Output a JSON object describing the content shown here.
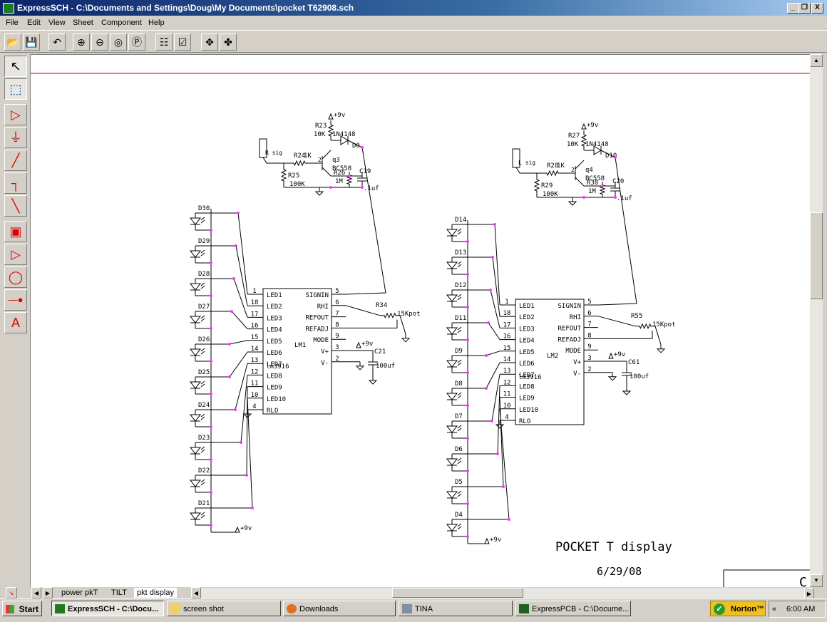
{
  "window": {
    "title": "ExpressSCH - C:\\Documents and Settings\\Doug\\My Documents\\pocket T62908.sch",
    "controls": [
      "_",
      "❒",
      "X"
    ]
  },
  "menu": [
    "File",
    "Edit",
    "View",
    "Sheet",
    "Component",
    "Help"
  ],
  "toolbar": [
    {
      "icon": "open-folder-icon",
      "glyph": "📂"
    },
    {
      "icon": "save-icon",
      "glyph": "💾"
    },
    {
      "icon": "undo-icon",
      "glyph": "↶"
    },
    {
      "icon": "zoom-in-icon",
      "glyph": "⊕"
    },
    {
      "icon": "zoom-out-icon",
      "glyph": "⊖"
    },
    {
      "icon": "zoom-fit-icon",
      "glyph": "◎"
    },
    {
      "icon": "zoom-page-icon",
      "glyph": "Ⓟ"
    },
    {
      "icon": "properties-icon",
      "glyph": "☷"
    },
    {
      "icon": "check-icon",
      "glyph": "☑"
    },
    {
      "icon": "pan-icon",
      "glyph": "✥"
    },
    {
      "icon": "move-icon",
      "glyph": "✤"
    }
  ],
  "tools": [
    {
      "icon": "pointer-icon",
      "glyph": "↖",
      "selected": true
    },
    {
      "icon": "zoom-select-icon",
      "glyph": "⬚",
      "selected": false
    },
    {
      "icon": "component-icon",
      "glyph": "▷",
      "selected": false
    },
    {
      "icon": "ground-icon",
      "glyph": "⏚",
      "selected": false
    },
    {
      "icon": "wire-icon",
      "glyph": "╱",
      "selected": false
    },
    {
      "icon": "junction-icon",
      "glyph": "┐",
      "selected": false
    },
    {
      "icon": "bus-icon",
      "glyph": "╲",
      "selected": false
    },
    {
      "icon": "ic-icon",
      "glyph": "▣",
      "selected": false
    },
    {
      "icon": "buffer-icon",
      "glyph": "▷",
      "selected": false
    },
    {
      "icon": "circle-icon",
      "glyph": "◯",
      "selected": false
    },
    {
      "icon": "pin-icon",
      "glyph": "—●",
      "selected": false
    },
    {
      "icon": "text-icon",
      "glyph": "A",
      "selected": false
    }
  ],
  "schematic": {
    "title": "POCKET T display",
    "date": "6/29/08",
    "title_block_fragment": "C",
    "circuit1": {
      "supply1": "+9v",
      "r_top": {
        "name": "R23",
        "value": "10K"
      },
      "diode": {
        "part": "1N4148",
        "name": "D0"
      },
      "input_tag": "R sig",
      "r_base": {
        "name": "R24",
        "value": "1K"
      },
      "transistor": {
        "name": "q3",
        "part": "BC558"
      },
      "r_bias": {
        "name": "R25",
        "value": "100K"
      },
      "r_shunt": {
        "name": "R26",
        "value": "1M"
      },
      "cap": {
        "name": "C19",
        "value": ".1uf"
      },
      "ic": {
        "name": "LM1",
        "part": "lm3916"
      },
      "pot": {
        "name": "R34",
        "value": "15Kpot"
      },
      "cap_supply": {
        "name": "C21",
        "value": "100uf"
      },
      "supply2": "+9v",
      "supply_leds": "+9v",
      "leds": [
        "D30",
        "D29",
        "D28",
        "D27",
        "D26",
        "D25",
        "D24",
        "D23",
        "D22",
        "D21"
      ]
    },
    "circuit2": {
      "supply1": "+9v",
      "r_top": {
        "name": "R27",
        "value": "10K"
      },
      "diode": {
        "part": "1N4148",
        "name": "D10"
      },
      "input_tag": "L sig",
      "r_base": {
        "name": "R28",
        "value": "1K"
      },
      "transistor": {
        "name": "q4",
        "part": "BC558"
      },
      "r_bias": {
        "name": "R29",
        "value": "100K"
      },
      "r_shunt": {
        "name": "R30",
        "value": "1M"
      },
      "cap": {
        "name": "C20",
        "value": ".1uf"
      },
      "ic": {
        "name": "LM2",
        "part": "lm3916"
      },
      "pot": {
        "name": "R55",
        "value": "15Kpot"
      },
      "cap_supply": {
        "name": "C61",
        "value": "100uf"
      },
      "supply2": "+9v",
      "supply_leds": "+9v",
      "leds": [
        "D14",
        "D13",
        "D12",
        "D11",
        "D9",
        "D8",
        "D7",
        "D6",
        "D5",
        "D4"
      ]
    },
    "ic_pins": [
      {
        "num": "1",
        "label": "LED1"
      },
      {
        "num": "18",
        "label": "LED2"
      },
      {
        "num": "17",
        "label": "LED3"
      },
      {
        "num": "16",
        "label": "LED4"
      },
      {
        "num": "15",
        "label": "LED5"
      },
      {
        "num": "14",
        "label": "LED6"
      },
      {
        "num": "13",
        "label": "LED7"
      },
      {
        "num": "12",
        "label": "LED8"
      },
      {
        "num": "11",
        "label": "LED9"
      },
      {
        "num": "10",
        "label": "LED10"
      },
      {
        "num": "4",
        "label": "RLO"
      }
    ],
    "ic_right_pins": [
      {
        "num": "5",
        "label": "SIGNIN"
      },
      {
        "num": "6",
        "label": "RHI"
      },
      {
        "num": "7",
        "label": "REFOUT"
      },
      {
        "num": "8",
        "label": "REFADJ"
      },
      {
        "num": "9",
        "label": "MODE"
      },
      {
        "num": "3",
        "label": "V+"
      },
      {
        "num": "2",
        "label": "V-"
      }
    ]
  },
  "sheet_tabs": [
    "power pkT",
    "TILT",
    "pkt display"
  ],
  "taskbar": {
    "start": "Start",
    "tasks": [
      {
        "label": "ExpressSCH - C:\\Docu...",
        "active": true,
        "icon": "expresssch-icon"
      },
      {
        "label": "screen shot",
        "active": false,
        "icon": "folder-icon"
      },
      {
        "label": "Downloads",
        "active": false,
        "icon": "firefox-icon"
      },
      {
        "label": "TINA",
        "active": false,
        "icon": "tina-icon"
      },
      {
        "label": "ExpressPCB - C:\\Docume...",
        "active": false,
        "icon": "expresspcb-icon"
      }
    ],
    "norton": "Norton™",
    "tray_arrows": "«",
    "clock": "6:00 AM"
  }
}
